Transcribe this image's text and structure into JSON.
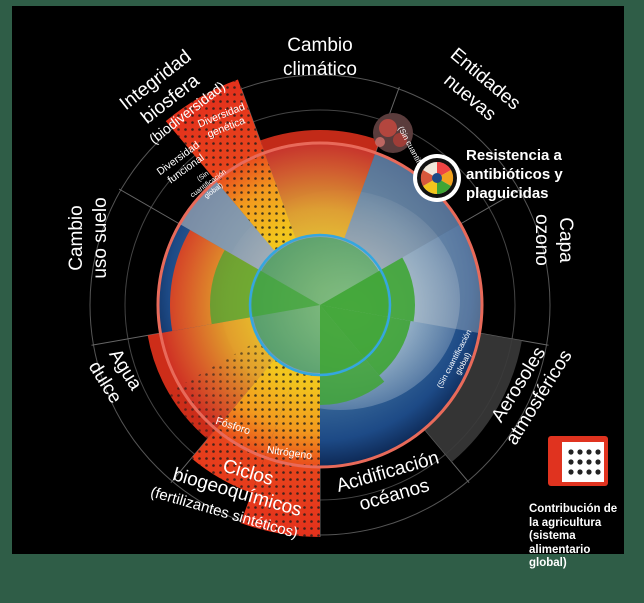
{
  "sectors": {
    "climate": [
      "Cambio",
      "climático"
    ],
    "novel_entities": [
      "Entidades",
      "nuevas"
    ],
    "ozone": [
      "Capa",
      "ozono"
    ],
    "aerosols": [
      "Aerosoles",
      "atmosféricos"
    ],
    "ocean": [
      "Acidificación",
      "océanos"
    ],
    "biogeochem": [
      "Ciclos",
      "biogeoquímicos",
      "(fertilizantes sintéticos)"
    ],
    "freshwater": [
      "Agua",
      "dulce"
    ],
    "landuse": [
      "Cambio",
      "uso suelo"
    ],
    "biosphere": [
      "Integridad",
      "biosfera",
      "(biodiversidad)"
    ]
  },
  "sub_labels": {
    "genetic": [
      "Diversidad",
      "genética"
    ],
    "functional": [
      "Diversidad",
      "funcional"
    ],
    "no_quant_bio": [
      "(Sin",
      "cuantificación",
      "global)"
    ],
    "no_quant_novel": "(Sin cuantificación)",
    "no_quant_aerosol": [
      "(Sin cuantificación",
      "global)"
    ],
    "phosphorus": "Fósforo",
    "nitrogen": "Nitrógeno"
  },
  "resistance": [
    "Resistencia a",
    "antibióticos y",
    "plaguicidas"
  ],
  "legend": {
    "icon": "agriculture-grid-icon",
    "lines": [
      "Contribución de",
      "la agricultura",
      "(sistema",
      "alimentario",
      "global)"
    ]
  },
  "colors": {
    "background": "#000000",
    "frame": "#2f5d47",
    "safe": "#3fa535",
    "increasing": "#f2b01e",
    "high": "#e63b1f",
    "boundary": "#e86a5a",
    "ocean_ring": "#34a7df",
    "icon": "#e0331f"
  }
}
